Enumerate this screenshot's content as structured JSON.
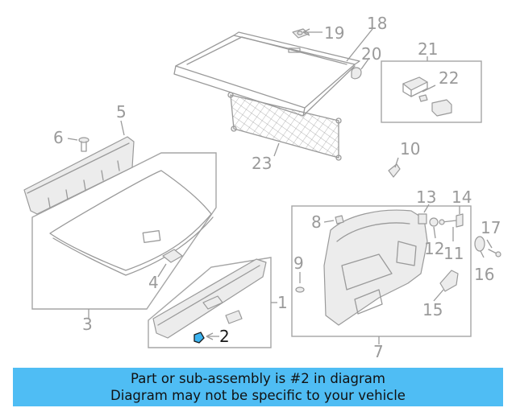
{
  "callouts": {
    "c1": "1",
    "c2": "2",
    "c3": "3",
    "c4": "4",
    "c5": "5",
    "c6": "6",
    "c7": "7",
    "c8": "8",
    "c9": "9",
    "c10": "10",
    "c11": "11",
    "c12": "12",
    "c13": "13",
    "c14": "14",
    "c15": "15",
    "c16": "16",
    "c17": "17",
    "c18": "18",
    "c19": "19",
    "c20": "20",
    "c21": "21",
    "c22": "22",
    "c23": "23"
  },
  "highlighted_part": "2",
  "colors": {
    "banner": "#4fbdf4",
    "highlight": "#3cb4f0",
    "line_art": "#9a9a9a"
  },
  "banner": {
    "line1": "Part or sub-assembly is #2 in diagram",
    "line2": "Diagram may not be specific to your vehicle"
  }
}
